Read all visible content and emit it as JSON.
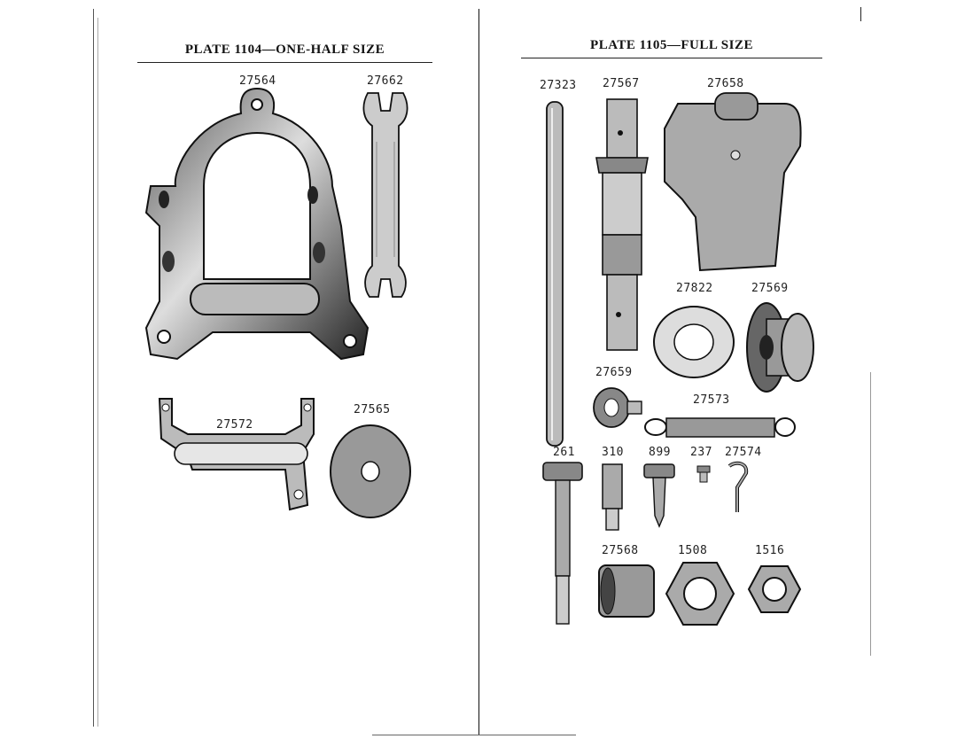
{
  "left_plate": {
    "title": "PLATE 1104—ONE-HALF SIZE",
    "parts": [
      "27564",
      "27662",
      "27572",
      "27565"
    ]
  },
  "right_plate": {
    "title": "PLATE 1105—FULL SIZE",
    "parts": [
      "27323",
      "27567",
      "27658",
      "27822",
      "27569",
      "27659",
      "27573",
      "261",
      "310",
      "899",
      "237",
      "27574",
      "27568",
      "1508",
      "1516"
    ]
  }
}
